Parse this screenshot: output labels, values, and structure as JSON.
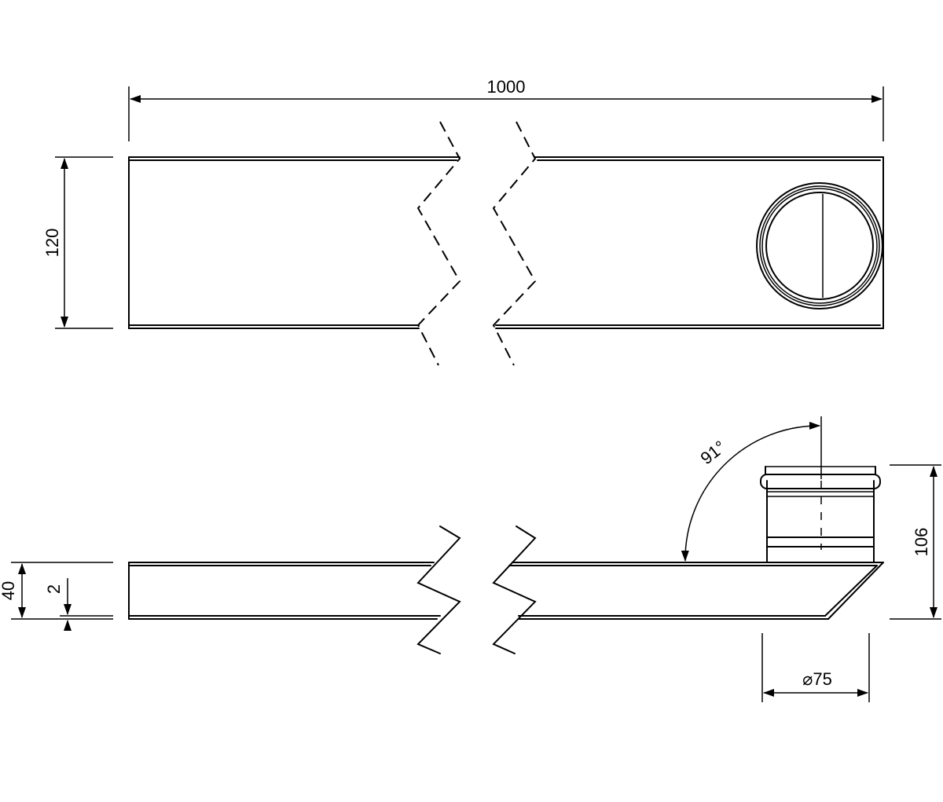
{
  "dimensions": {
    "length": "1000",
    "width": "120",
    "height": "40",
    "thickness": "2",
    "outlet_height": "106",
    "outlet_diameter": "⌀75",
    "angle": "91°"
  },
  "colors": {
    "line": "#000000",
    "background": "#ffffff"
  }
}
